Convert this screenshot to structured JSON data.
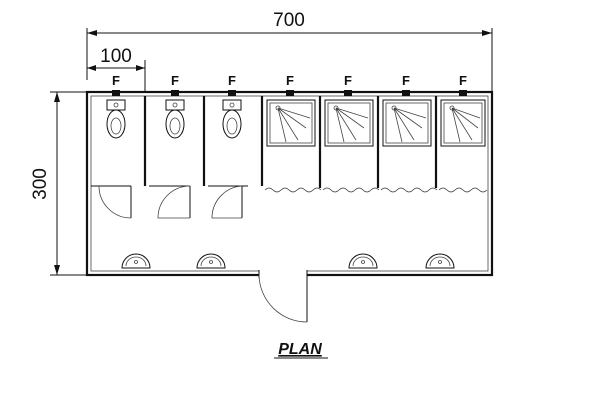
{
  "dimensions": {
    "overall_width": "700",
    "overall_depth": "300",
    "module_width": "100"
  },
  "fixture_label": "F",
  "caption": "PLAN",
  "fixtures": {
    "toilets": 3,
    "showers": 4,
    "washbasins": 4,
    "doors": 4
  },
  "icons": [
    "toilet-icon",
    "shower-tray-icon",
    "washbasin-icon",
    "door-swing-icon"
  ]
}
